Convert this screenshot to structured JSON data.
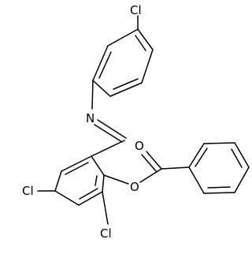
{
  "structure": {
    "atoms": {
      "cl_top": "Cl",
      "imine_n": "N",
      "carbonyl_o": "O",
      "ester_o": "O",
      "cl_left": "Cl",
      "cl_bottom": "Cl"
    },
    "colors": {
      "ink": "#000000",
      "background": "#ffffff"
    }
  }
}
